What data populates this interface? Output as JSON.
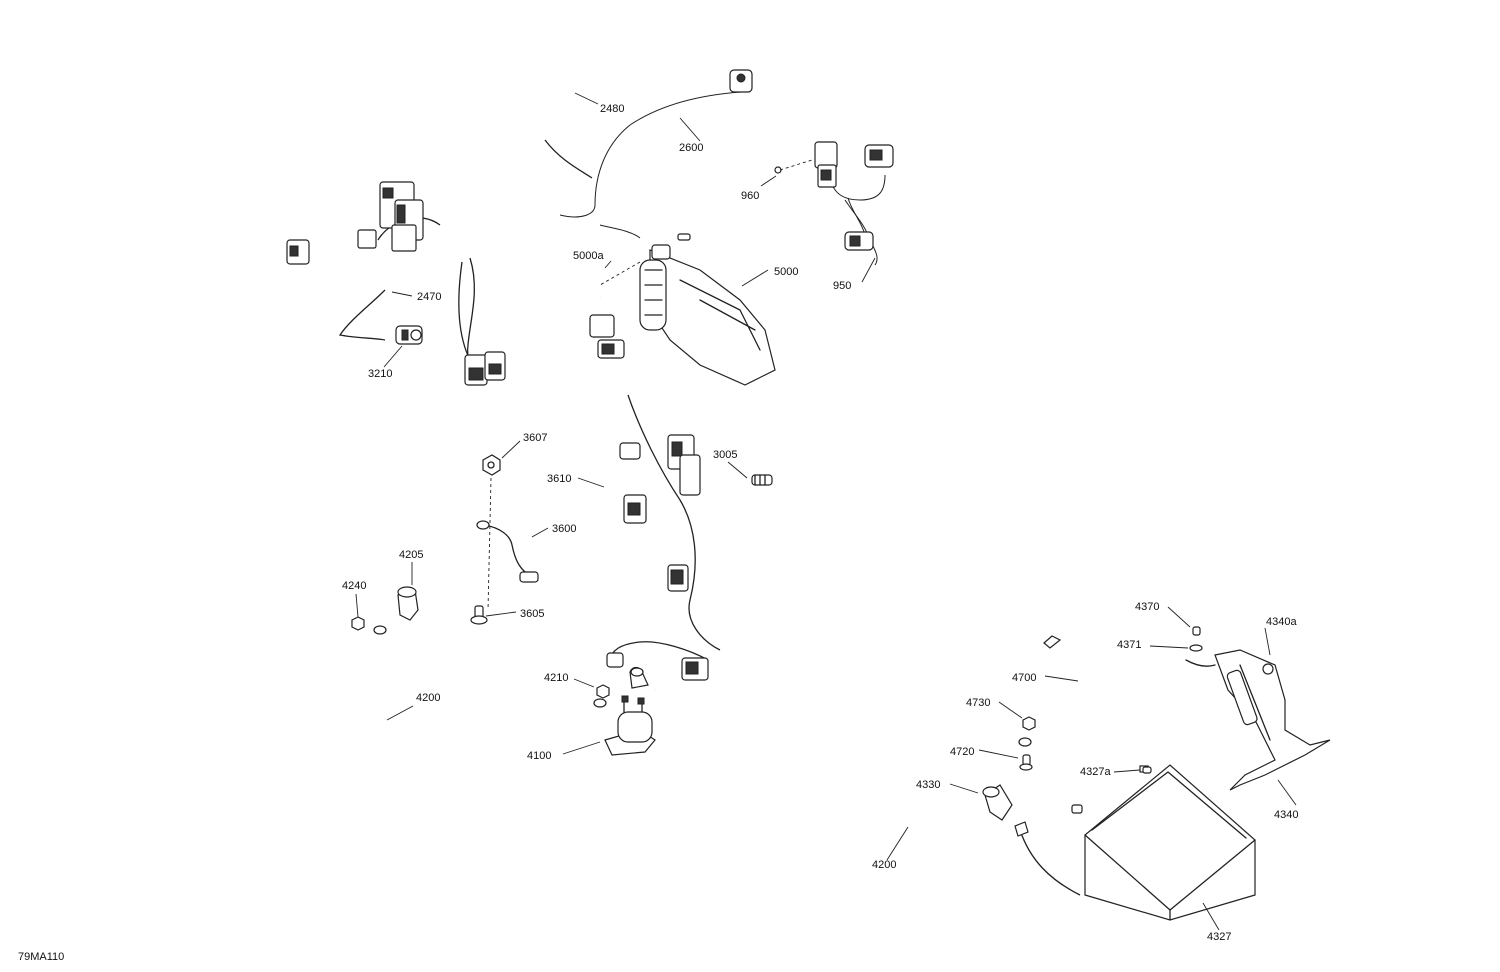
{
  "diagram_id": "79MA110",
  "callouts": [
    "2480",
    "2600",
    "960",
    "950",
    "5000a",
    "5000",
    "2470",
    "3210",
    "3607",
    "3005",
    "3610",
    "3600",
    "4205",
    "4240",
    "3605",
    "4210",
    "4200",
    "4100",
    "4370",
    "4340a",
    "4371",
    "4700",
    "4730",
    "4720",
    "4327a",
    "4330",
    "4340",
    "4200",
    "4327"
  ]
}
